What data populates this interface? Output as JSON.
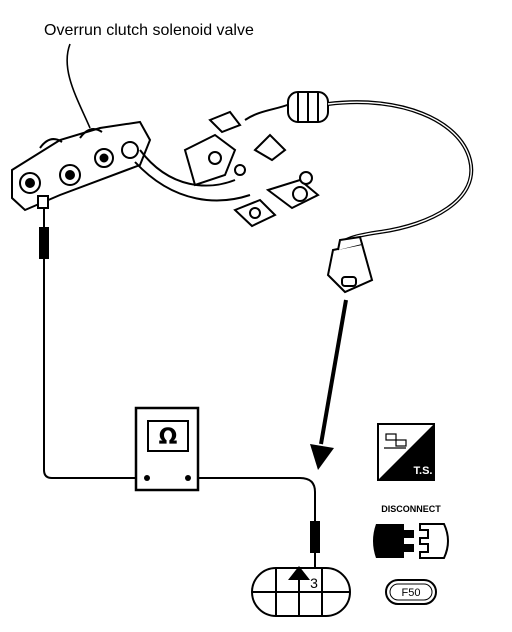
{
  "labels": {
    "title": "Overrun clutch solenoid valve",
    "meter_symbol": "Ω",
    "terminal_number": "3",
    "ts_badge": "T.S.",
    "disconnect_label": "DISCONNECT",
    "connector_code": "F50"
  },
  "icons": [
    "ohmmeter-icon",
    "ts-icon",
    "disconnect-connector-icon",
    "connector-face-icon",
    "solenoid-harness-illustration"
  ]
}
